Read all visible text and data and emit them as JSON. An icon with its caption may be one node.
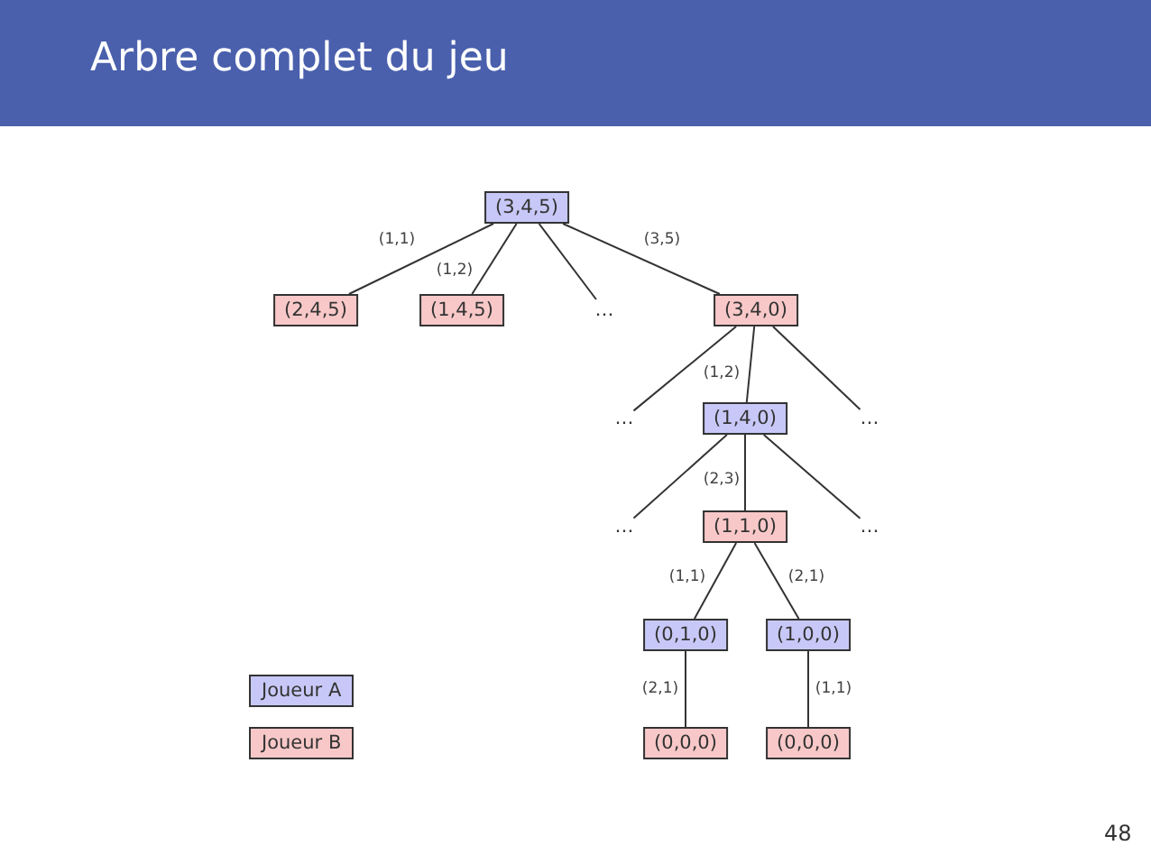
{
  "diagram": {
    "title": "Arbre complet du jeu",
    "nodes": [
      {
        "text": [
          "(3,4,5)"
        ]
      },
      {
        "text": [
          "(2,4,5)"
        ]
      },
      {
        "text": [
          "(1,4,5)"
        ]
      },
      {
        "text": [
          "…"
        ]
      },
      {
        "text": [
          "(3,4,0)"
        ]
      },
      {
        "text": [
          "…"
        ]
      },
      {
        "text": [
          "(1,4,0)"
        ]
      },
      {
        "text": [
          "…"
        ]
      },
      {
        "text": [
          "…"
        ]
      },
      {
        "text": [
          "(1,1,0)"
        ]
      },
      {
        "text": [
          "…"
        ]
      },
      {
        "text": [
          "(0,1,0)"
        ]
      },
      {
        "text": [
          "(1,0,0)"
        ]
      },
      {
        "text": [
          "(0,0,0)"
        ]
      },
      {
        "text": [
          "(0,0,0)"
        ]
      }
    ],
    "edges": [
      {
        "from": 0,
        "to": 1,
        "arrow": "none",
        "label": "(1,1)"
      },
      {
        "from": 0,
        "to": 2,
        "arrow": "none",
        "label": "(1,2)"
      },
      {
        "from": 0,
        "to": 3,
        "arrow": "none"
      },
      {
        "from": 0,
        "to": 4,
        "arrow": "none",
        "label": "(3,5)"
      },
      {
        "from": 4,
        "to": 5,
        "arrow": "none"
      },
      {
        "from": 4,
        "to": 6,
        "arrow": "none",
        "label": "(1,2)"
      },
      {
        "from": 4,
        "to": 7,
        "arrow": "none"
      },
      {
        "from": 6,
        "to": 8,
        "arrow": "none"
      },
      {
        "from": 6,
        "to": 9,
        "arrow": "none",
        "label": "(2,3)"
      },
      {
        "from": 6,
        "to": 10,
        "arrow": "none"
      },
      {
        "from": 9,
        "to": 11,
        "arrow": "none",
        "label": "(1,1)"
      },
      {
        "from": 9,
        "to": 12,
        "arrow": "none",
        "label": "(2,1)"
      },
      {
        "from": 11,
        "to": 13,
        "arrow": "none",
        "label": "(2,1)"
      },
      {
        "from": 12,
        "to": 14,
        "arrow": "none",
        "label": "(1,1)"
      }
    ],
    "labels": [
      "48"
    ],
    "legend": [
      {
        "text": "Joueur A",
        "color": "#c8c8f8"
      },
      {
        "text": "Joueur B",
        "color": "#f8c8c8"
      }
    ]
  }
}
